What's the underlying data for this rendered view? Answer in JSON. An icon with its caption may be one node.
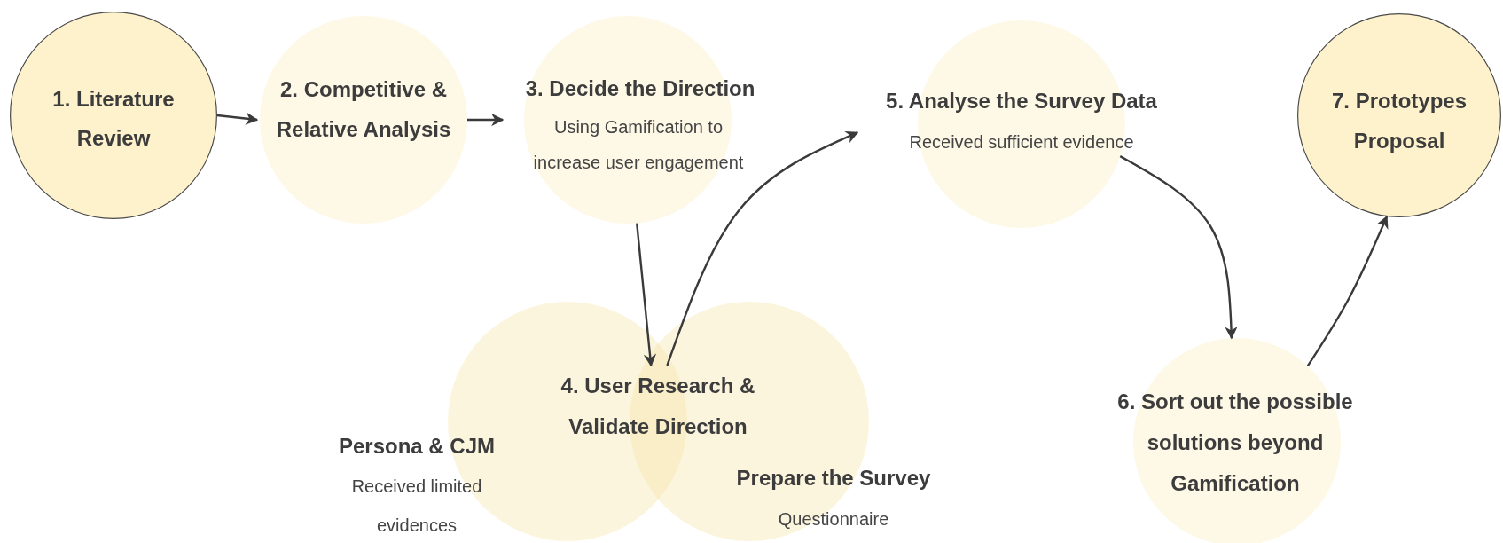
{
  "diagram": {
    "nodes": [
      {
        "text": [
          "1. Literature Review"
        ]
      },
      {
        "text": [
          "2. Competitive & Relative Analysis"
        ]
      },
      {
        "text": [
          "3. Decide the Direction",
          "Using Gamification to increase user engagement"
        ]
      },
      {
        "text": [
          "4. User Research & Validate Direction"
        ]
      },
      {
        "text": [
          "Persona & CJM",
          "Received limited evidences"
        ]
      },
      {
        "text": [
          "Prepare the Survey",
          "Questionnaire"
        ]
      },
      {
        "text": [
          "5. Analyse the Survey Data",
          "Received sufficient evidence"
        ]
      },
      {
        "text": [
          "6. Sort out the possible solutions beyond Gamification"
        ]
      },
      {
        "text": [
          "7. Prototypes Proposal"
        ]
      }
    ],
    "edges": [
      {
        "from": 0,
        "to": 1,
        "arrow": "to"
      },
      {
        "from": 1,
        "to": 2,
        "arrow": "to"
      },
      {
        "from": 2,
        "to": 3,
        "arrow": "to"
      },
      {
        "from": 3,
        "to": 6,
        "arrow": "to"
      },
      {
        "from": 6,
        "to": 7,
        "arrow": "to"
      },
      {
        "from": 7,
        "to": 8,
        "arrow": "to"
      }
    ]
  }
}
